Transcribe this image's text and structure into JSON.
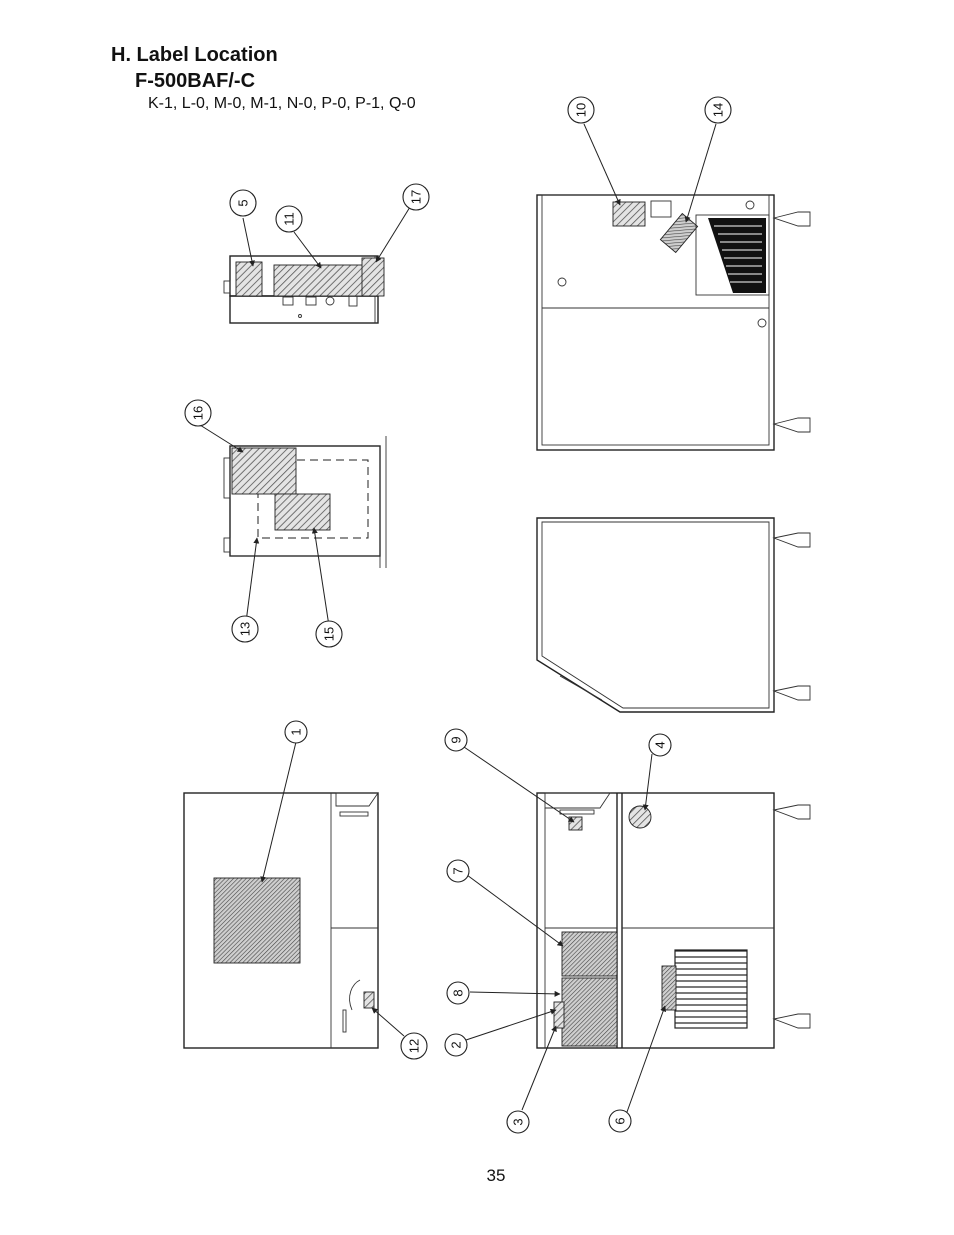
{
  "section_title": "H. Label Location",
  "model": "F-500BAF/-C",
  "variants": "K-1, L-0, M-0, M-1, N-0, P-0, P-1, Q-0",
  "page_number": "35",
  "callouts": [
    "1",
    "2",
    "3",
    "4",
    "5",
    "6",
    "7",
    "8",
    "9",
    "10",
    "11",
    "12",
    "13",
    "14",
    "15",
    "16",
    "17"
  ]
}
